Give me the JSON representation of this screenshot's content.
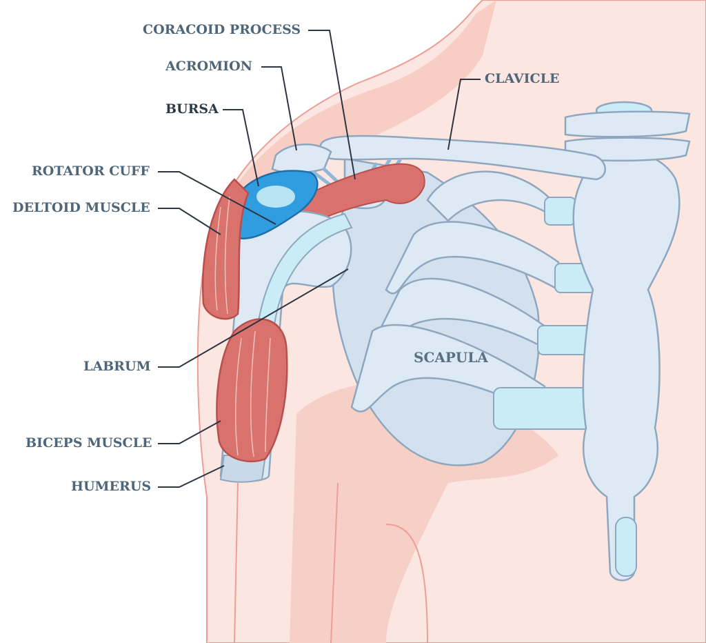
{
  "labels": {
    "coracoid_process": "CORACOID PROCESS",
    "acromion": "ACROMION",
    "bursa": "BURSA",
    "rotator_cuff": "ROTATOR CUFF",
    "deltoid_muscle": "DELTOID MUSCLE",
    "labrum": "LABRUM",
    "biceps_muscle": "BICEPS MUSCLE",
    "humerus": "HUMERUS",
    "clavicle": "CLAVICLE",
    "scapula": "SCAPULA"
  },
  "colors": {
    "skin_dark": "#f4b8ae",
    "skin_mid": "#f8d3cb",
    "skin_light": "#fbe6e1",
    "bone": "#dbe7f2",
    "bone_shadow": "#b7cbde",
    "bone_outline": "#8fa7be",
    "cartilage": "#c9ecf6",
    "muscle": "#d9726c",
    "muscle_dark": "#b84f4c",
    "bursa": "#2f9de0",
    "label_text": "#4f6678",
    "leader_line": "#2b3440"
  }
}
